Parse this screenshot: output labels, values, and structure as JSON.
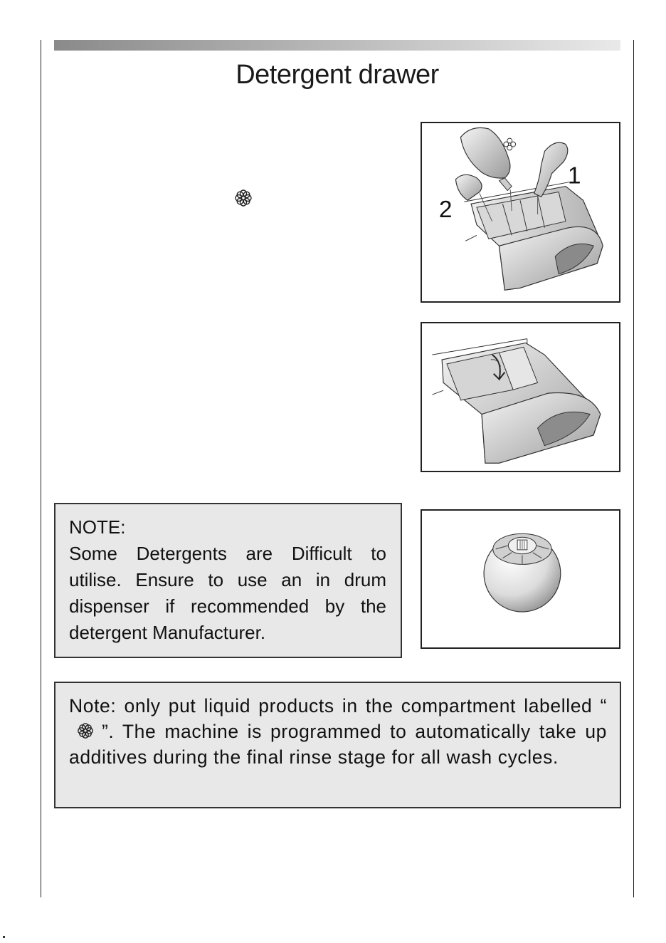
{
  "page": {
    "title": "Detergent drawer"
  },
  "figures": {
    "drawer_pouring": {
      "label_one": "1",
      "label_two": "2"
    },
    "drawer_insert": {},
    "dosing_ball": {}
  },
  "notes": {
    "note1": {
      "heading": "NOTE:",
      "text": "Some Detergents are Difficult to utilise. Ensure to use an in drum dispenser if recommended by the detergent Manufacturer."
    },
    "note2": {
      "text_before": "Note: only put liquid products in the compartment labelled “",
      "text_after": "”. The machine is programmed to automatically take up additives during the final rinse stage for all wash cycles.",
      "icon": "flower-icon"
    }
  },
  "icons": {
    "softener_symbol": "flower-icon"
  }
}
